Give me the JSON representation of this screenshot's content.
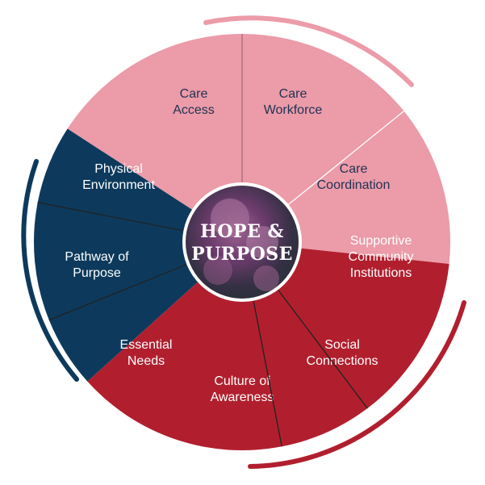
{
  "center": {
    "title_line1": "HOPE &",
    "title_line2": "PURPOSE"
  },
  "colors": {
    "pink": "#ec9ba9",
    "navy": "#0d3a5c",
    "red": "#b11f2e",
    "text_dark": "#1e3252",
    "text_light": "#ffffff"
  },
  "groups": [
    {
      "id": "care",
      "color": "pink",
      "ring": "pink-arc"
    },
    {
      "id": "environment",
      "color": "navy",
      "ring": "navy-arc"
    },
    {
      "id": "community",
      "color": "red",
      "ring": "red-arc"
    }
  ],
  "segments": [
    {
      "id": "care-access",
      "lines": [
        "Care",
        "Access"
      ],
      "group": "care"
    },
    {
      "id": "care-workforce",
      "lines": [
        "Care",
        "Workforce"
      ],
      "group": "care"
    },
    {
      "id": "care-coordination",
      "lines": [
        "Care",
        "Coordination"
      ],
      "group": "care"
    },
    {
      "id": "supportive-community-institutions",
      "lines": [
        "Supportive",
        "Community",
        "Institutions"
      ],
      "group": "community"
    },
    {
      "id": "social-connections",
      "lines": [
        "Social",
        "Connections"
      ],
      "group": "community"
    },
    {
      "id": "culture-of-awareness",
      "lines": [
        "Culture of",
        "Awareness"
      ],
      "group": "community"
    },
    {
      "id": "essential-needs",
      "lines": [
        "Essential",
        "Needs"
      ],
      "group": "environment"
    },
    {
      "id": "pathway-of-purpose",
      "lines": [
        "Pathway of",
        "Purpose"
      ],
      "group": "environment"
    },
    {
      "id": "physical-environment",
      "lines": [
        "Physical",
        "Environment"
      ],
      "group": "environment"
    }
  ]
}
